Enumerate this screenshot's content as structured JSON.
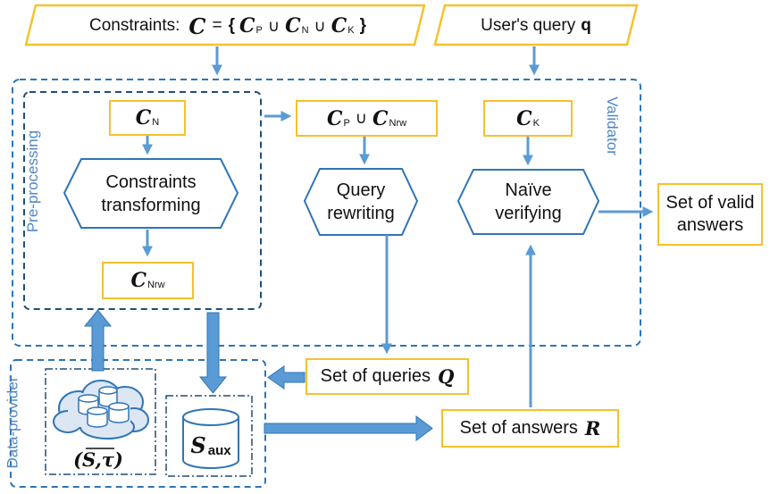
{
  "top": {
    "constraints_prefix": "Constraints:",
    "user_query": "User's query",
    "q_symbol": "q"
  },
  "symbols": {
    "C": "C",
    "P": "P",
    "N": "N",
    "K": "K",
    "Nrw": "Nrw",
    "cup": "∪",
    "eq": "=",
    "lbrace": "{",
    "rbrace": "}"
  },
  "regions": {
    "validator": "Validator",
    "preprocessing": "Pre-processing",
    "dataprovider": "Data-provider"
  },
  "steps": {
    "transforming": "Constraints transforming",
    "rewriting": "Query rewriting",
    "verifying": "Naïve verifying"
  },
  "outputs": {
    "valid_answers": "Set of valid answers",
    "queries": "Set of queries",
    "queries_symbol": "Q",
    "answers": "Set of answers",
    "answers_symbol": "R"
  },
  "data": {
    "source": "(S,τ)",
    "aux_symbol": "S",
    "aux_sub": "aux"
  },
  "colors": {
    "blue": "#4F86C6",
    "yellow": "#F5C12E"
  }
}
